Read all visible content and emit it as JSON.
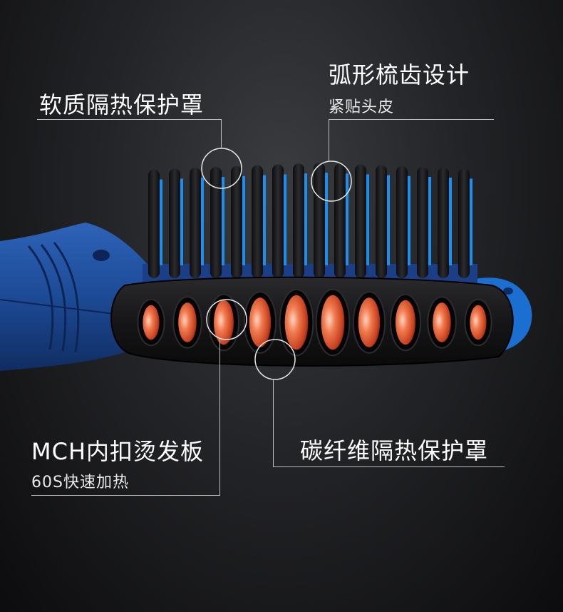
{
  "callouts": {
    "soft_cover": {
      "title": "软质隔热保护罩"
    },
    "curved_teeth": {
      "title": "弧形梳齿设计",
      "subtitle": "紧贴头皮"
    },
    "mch_plate": {
      "title": "MCH内扣烫发板",
      "subtitle": "60S快速加热"
    },
    "carbon_cover": {
      "title": "碳纤维隔热保护罩"
    }
  },
  "colors": {
    "handle_blue": "#1f4fa0",
    "accent_blue": "#1a8ff0",
    "bristle_black": "#1b1b1d",
    "heater_orange": "#e8633a",
    "leader_gray": "#bfbfbf"
  },
  "heater_count": 10,
  "bristle_count": 16
}
